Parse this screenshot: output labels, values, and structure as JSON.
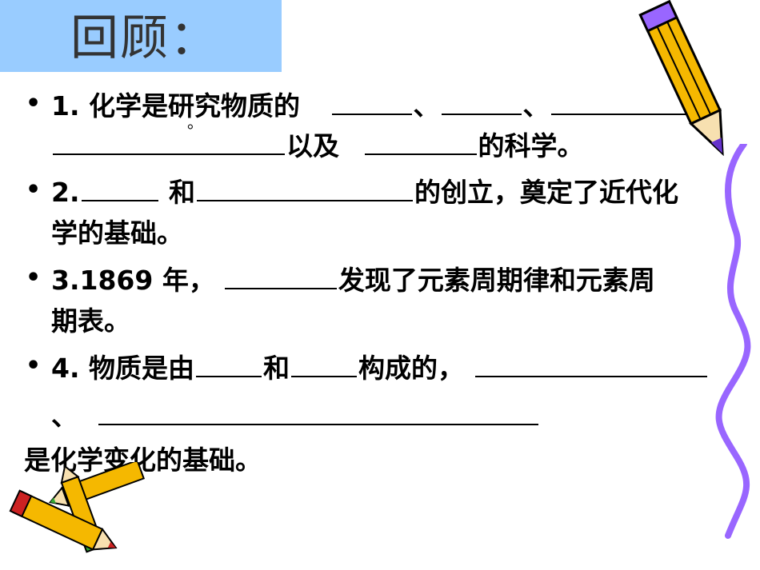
{
  "title": "回顾：",
  "items": [
    {
      "bullet": "•",
      "line1_prefix": "1. 化学是研究物质的",
      "sep1": "、",
      "sep2": "、",
      "circle": "。",
      "line2_mid": "以及",
      "line2_suffix": "的科学。"
    },
    {
      "bullet": "•",
      "line1_prefix": "2.",
      "mid": "和",
      "line1_suffix": "的创立，奠定了近代化",
      "line2": "学的基础。"
    },
    {
      "bullet": "•",
      "line1_prefix": "3.1869 年，",
      "line1_suffix": "发现了元素周期律和元素周",
      "line2": "期表。"
    },
    {
      "bullet": "•",
      "line1_prefix": "4. 物质是由",
      "mid": "和",
      "line1_suffix": "构成的，",
      "line2_prefix": "、",
      "line3": "是化学变化的基础。"
    }
  ],
  "decorations": {
    "pencil_color": "#f5b800",
    "squiggle_color": "#9966ff",
    "pencil_outline": "#000000"
  }
}
